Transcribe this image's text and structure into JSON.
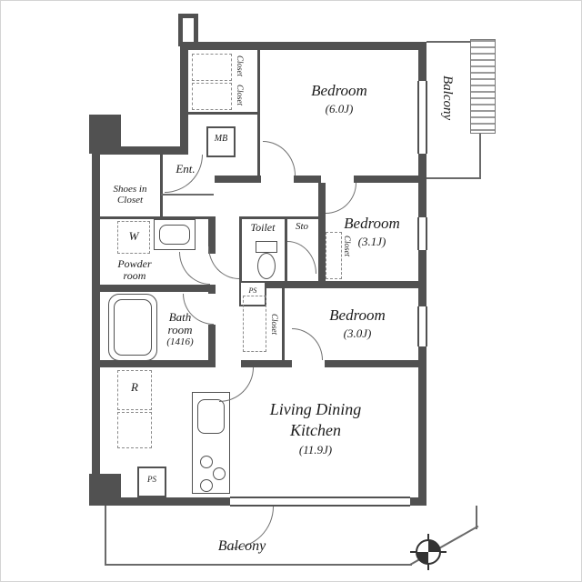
{
  "rooms": {
    "bedroom1": {
      "name": "Bedroom",
      "size": "(6.0J)"
    },
    "bedroom2": {
      "name": "Bedroom",
      "size": "(3.1J)"
    },
    "bedroom3": {
      "name": "Bedroom",
      "size": "(3.0J)"
    },
    "ldk": {
      "line1": "Living Dining",
      "line2": "Kitchen",
      "size": "(11.9J)"
    },
    "balcony_right": {
      "label": "Balcony"
    },
    "balcony_bottom": {
      "label": "Balcony"
    },
    "entrance": {
      "label": "Ent."
    },
    "shoes_closet": {
      "line1": "Shoes in",
      "line2": "Closet"
    },
    "powder_room": {
      "line1": "Powder",
      "line2": "room"
    },
    "bath": {
      "line1": "Bath",
      "line2": "room",
      "size": "(1416)"
    },
    "toilet": {
      "label": "Toilet"
    },
    "storage": {
      "label": "Sto"
    }
  },
  "fixtures": {
    "washer": "W",
    "fridge": "R",
    "meter_box": "MB",
    "ps_top": "PS",
    "ps_bottom": "PS"
  },
  "closet_labels": [
    "Closet",
    "Closet",
    "Closet",
    "Closet"
  ],
  "colors": {
    "wall": "#515151",
    "text": "#1c1c1c"
  }
}
